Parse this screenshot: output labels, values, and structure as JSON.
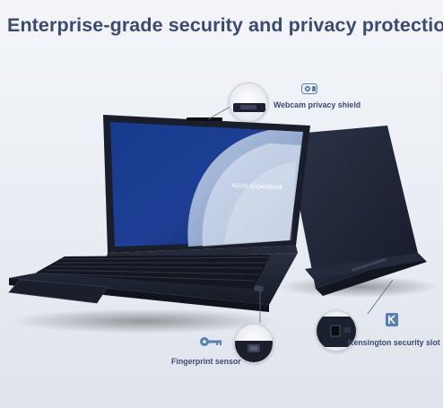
{
  "headline": "Enterprise-grade security and privacy protection",
  "screen_brand": "ASUS ExpertBook",
  "callouts": {
    "webcam": {
      "label": "Webcam privacy shield",
      "icon": "webcam-icon"
    },
    "fingerprint": {
      "label": "Fingerprint sensor",
      "icon": "key-icon"
    },
    "kensington": {
      "label": "Kensington security slot",
      "icon": "kensington-k-icon"
    }
  },
  "colors": {
    "headline": "#3b4a72",
    "laptop_body": "#1f2433",
    "screen_blue": "#1e3f95",
    "icon_blue": "#5a7fb5",
    "background": "#eef1f6"
  }
}
